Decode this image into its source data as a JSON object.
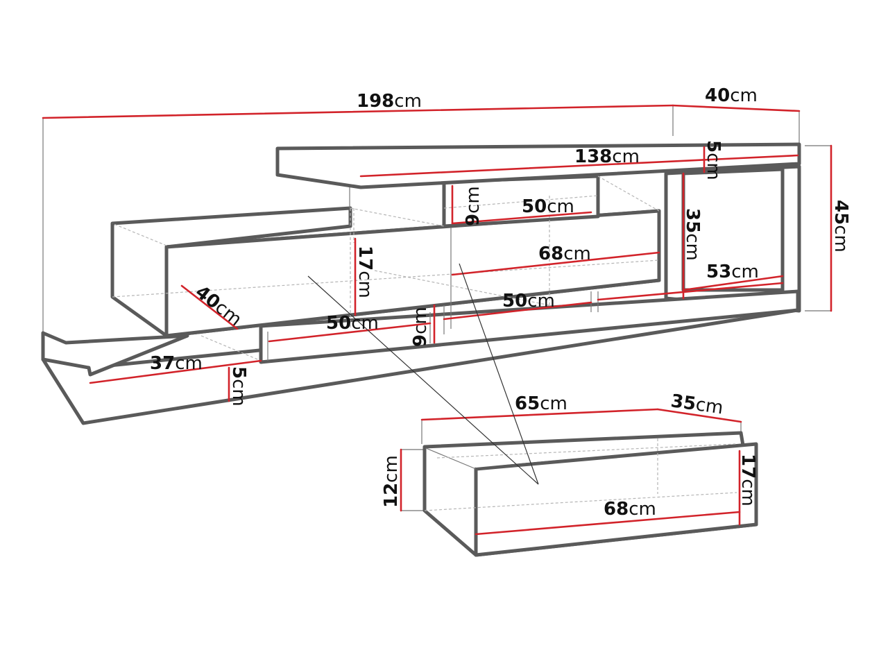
{
  "labels": {
    "overall_width": {
      "num": "198",
      "unit": "cm"
    },
    "overall_depth": {
      "num": "40",
      "unit": "cm"
    },
    "overall_height": {
      "num": "45",
      "unit": "cm"
    },
    "top_shelf_length": {
      "num": "138",
      "unit": "cm"
    },
    "top_shelf_thickness": {
      "num": "5",
      "unit": "cm"
    },
    "upper_niche_height": {
      "num": "9",
      "unit": "cm"
    },
    "upper_niche_width": {
      "num": "50",
      "unit": "cm"
    },
    "upper_section_height": {
      "num": "35",
      "unit": "cm"
    },
    "drawer_width_large": {
      "num": "68",
      "unit": "cm"
    },
    "upper_depth": {
      "num": "53",
      "unit": "cm"
    },
    "cabinet_height": {
      "num": "17",
      "unit": "cm"
    },
    "side_depth": {
      "num": "40",
      "unit": "cm"
    },
    "lower_niche_left": {
      "num": "50",
      "unit": "cm"
    },
    "lower_niche_right": {
      "num": "50",
      "unit": "cm"
    },
    "lower_niche_height": {
      "num": "9",
      "unit": "cm"
    },
    "base_step_length": {
      "num": "37",
      "unit": "cm"
    },
    "base_thickness": {
      "num": "5",
      "unit": "cm"
    },
    "drawer_length": {
      "num": "65",
      "unit": "cm"
    },
    "drawer_depth": {
      "num": "35",
      "unit": "cm"
    },
    "drawer_height": {
      "num": "12",
      "unit": "cm"
    },
    "drawer_front_height": {
      "num": "17",
      "unit": "cm"
    },
    "drawer_front_width": {
      "num": "68",
      "unit": "cm"
    }
  },
  "colors": {
    "dimension_line": "#d2232a",
    "outline": "#5a5a5a",
    "text": "#111111"
  }
}
